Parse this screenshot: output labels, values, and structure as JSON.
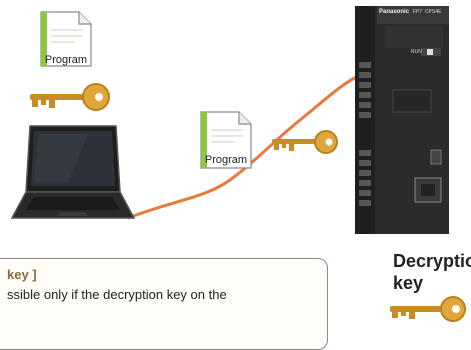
{
  "top_document": {
    "label": "Program",
    "icon": "document-icon"
  },
  "top_key": {
    "icon": "key-icon"
  },
  "laptop": {
    "icon": "laptop-icon"
  },
  "transfer_document": {
    "label": "Program",
    "icon": "document-icon"
  },
  "transfer_key": {
    "icon": "key-icon"
  },
  "plc": {
    "brand": "Panasonic",
    "model": "FP7  CPS4E",
    "switch_label": "RUN",
    "icon": "plc-controller-icon"
  },
  "decryption_key": {
    "label_line1": "Decryption",
    "label_line2": "key",
    "icon": "key-icon"
  },
  "note": {
    "heading": "key ]",
    "body": "ssible only if the decryption key on the"
  },
  "colors": {
    "cable": "#e87a3c",
    "key_gold": "#d89a2a",
    "doc_green": "#8dc63f",
    "plc_body": "#2b2b2b"
  }
}
